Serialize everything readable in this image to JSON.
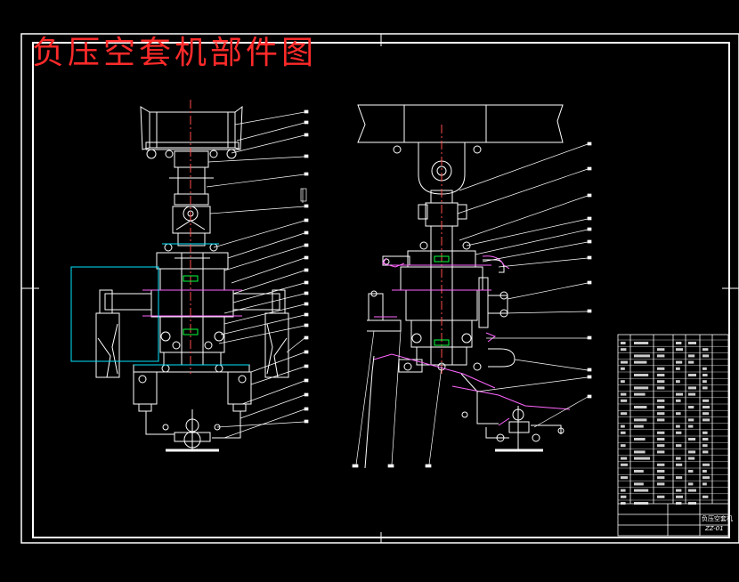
{
  "drawing": {
    "title": "负压空套机部件图",
    "title_color": "#ff2a2a",
    "background": "#000000",
    "line_colors": {
      "outline": "#ffffff",
      "hidden": "#00e5ff",
      "center": "#ff4d4d",
      "section": "#ff66ff",
      "highlight": "#00ff3c"
    }
  },
  "title_block": {
    "name": "负压空套机",
    "code": "ZZ-01"
  },
  "views": [
    {
      "name": "front-view",
      "leader_count": 24
    },
    {
      "name": "side-view",
      "leader_count": 13
    }
  ]
}
